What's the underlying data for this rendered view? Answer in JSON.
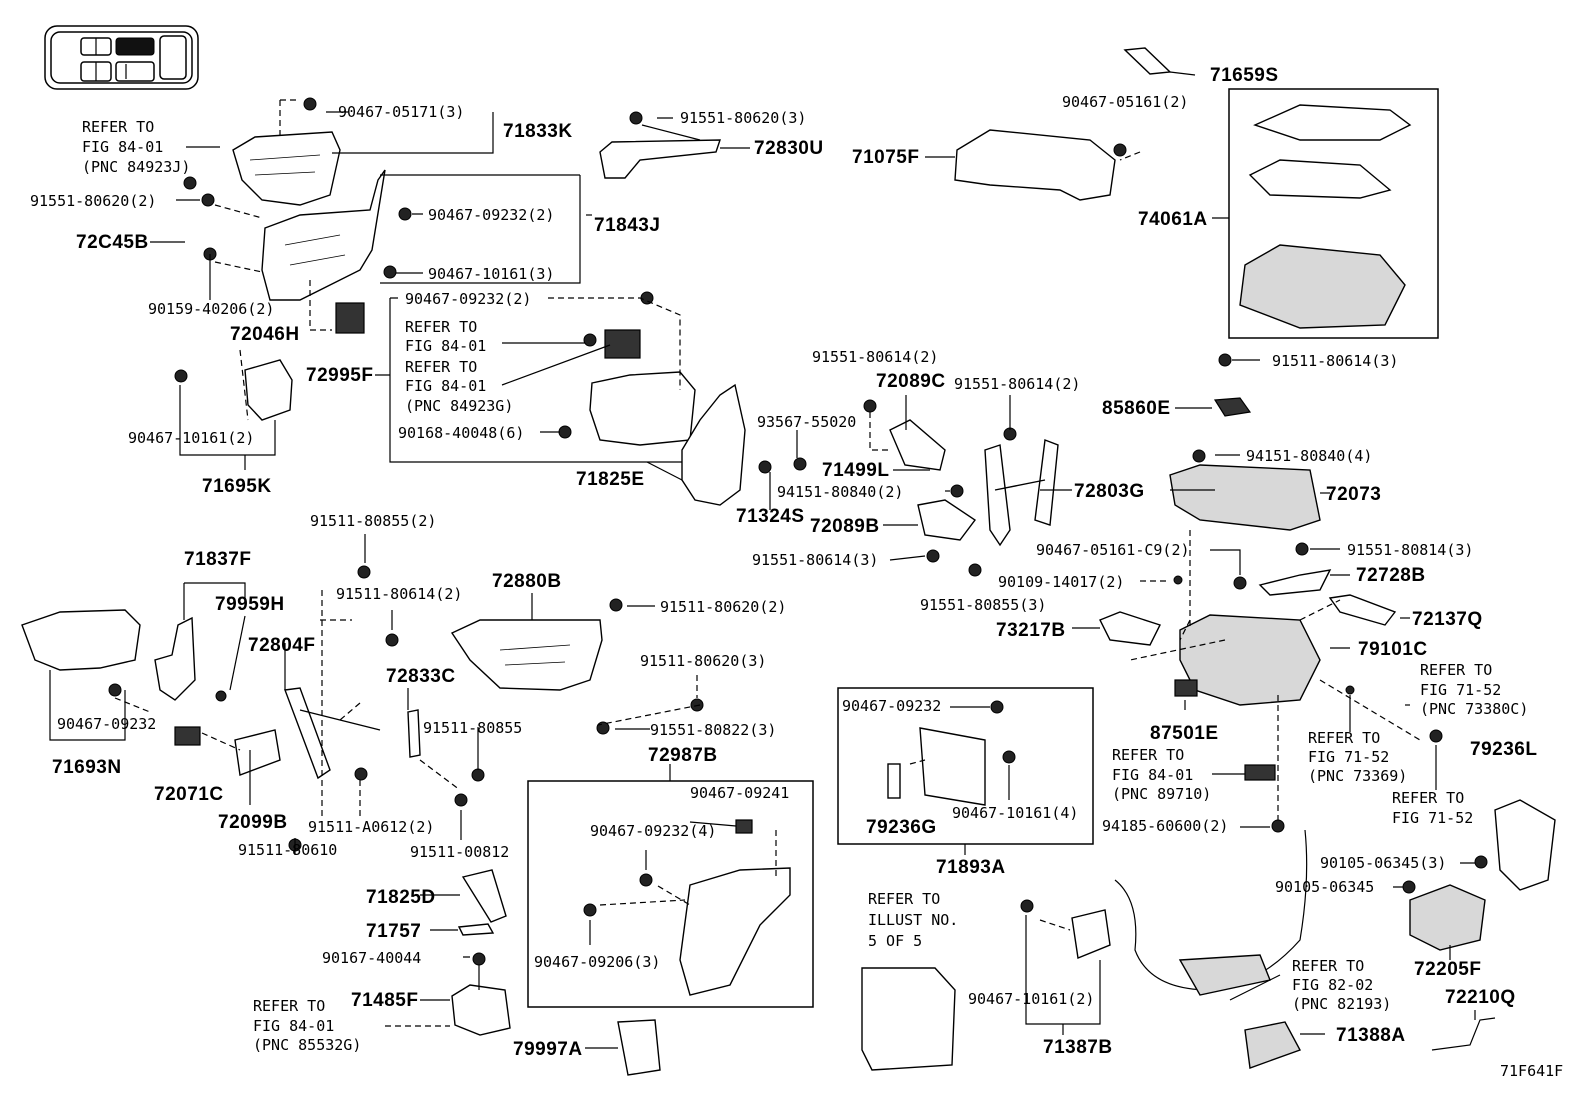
{
  "diagram_id": "71F641F",
  "refer_notes": {
    "refer_84_01_84923j": [
      "REFER TO",
      "FIG 84-01",
      "(PNC 84923J)"
    ],
    "refer_84_01_a": [
      "REFER TO",
      "FIG 84-01"
    ],
    "refer_84_01_84923g": [
      "REFER TO",
      "FIG 84-01",
      "(PNC 84923G)"
    ],
    "refer_71_52_73380c": [
      "REFER TO",
      "FIG 71-52",
      "(PNC 73380C)"
    ],
    "refer_71_52_73369": [
      "REFER TO",
      "FIG 71-52",
      "(PNC 73369)"
    ],
    "refer_84_01_89710": [
      "REFER TO",
      "FIG 84-01",
      "(PNC 89710)"
    ],
    "refer_71_52": [
      "REFER TO",
      "FIG 71-52"
    ],
    "refer_illust": [
      "REFER TO",
      "ILLUST NO.",
      "5 OF 5"
    ],
    "refer_82_02_82193": [
      "REFER TO",
      "FIG 82-02",
      "(PNC 82193)"
    ],
    "refer_84_01_85532g": [
      "REFER TO",
      "FIG 84-01",
      "(PNC 85532G)"
    ]
  },
  "parts": {
    "p71833K": "71833K",
    "p72830U": "72830U",
    "p71659S": "71659S",
    "p71075F": "71075F",
    "p71843J": "71843J",
    "p72C45B": "72C45B",
    "p72046H": "72046H",
    "p72995F": "72995F",
    "p74061A": "74061A",
    "p85860E": "85860E",
    "p72089C": "72089C",
    "p71499L": "71499L",
    "p72803G": "72803G",
    "p72089B": "72089B",
    "p71825E": "71825E",
    "p71324S": "71324S",
    "p71695K": "71695K",
    "p72073": "72073",
    "p72728B": "72728B",
    "p72137Q": "72137Q",
    "p73217B": "73217B",
    "p79101C": "79101C",
    "p87501E": "87501E",
    "p71837F": "71837F",
    "p79959H": "79959H",
    "p72804F": "72804F",
    "p72880B": "72880B",
    "p72833C": "72833C",
    "p71693N": "71693N",
    "p72071C": "72071C",
    "p72099B": "72099B",
    "p72987B": "72987B",
    "p79236G": "79236G",
    "p71893A": "71893A",
    "p79236L": "79236L",
    "p71825D": "71825D",
    "p71757": "71757",
    "p71485F": "71485F",
    "p79997A": "79997A",
    "p71387B": "71387B",
    "p72205F": "72205F",
    "p72210Q": "72210Q",
    "p71388A": "71388A"
  },
  "fasteners": {
    "f01": "90467-05171(3)",
    "f02": "91551-80620(3)",
    "f03": "90467-05161(2)",
    "f04": "91551-80620(2)",
    "f05": "90467-09232(2)",
    "f06": "90467-10161(3)",
    "f07": "90159-40206(2)",
    "f08": "90467-09232(2)",
    "f09": "90168-40048(6)",
    "f10": "91511-80614(3)",
    "f11": "91551-80614(2)",
    "f12": "91551-80614(2)",
    "f13": "93567-55020",
    "f14": "94151-80840(2)",
    "f15": "90467-10161(2)",
    "f16": "94151-80840(4)",
    "f17": "91551-80614(3)",
    "f18": "90467-05161-C9(2)",
    "f19": "91551-80814(3)",
    "f20": "90109-14017(2)",
    "f21": "91551-80855(3)",
    "f22": "91511-80855(2)",
    "f23": "91511-80614(2)",
    "f24": "91511-80620(2)",
    "f25": "91511-80620(3)",
    "f26": "90467-09232",
    "f27": "91511-80855",
    "f28": "91551-80822(3)",
    "f29": "91511-A0612(2)",
    "f30": "91511-80610",
    "f31": "91511-00812",
    "f32": "90467-09241",
    "f33": "90467-09232(4)",
    "f34": "90467-09206(3)",
    "f35": "90467-09232",
    "f36": "90467-10161(4)",
    "f37": "94185-60600(2)",
    "f38": "90105-06345(3)",
    "f39": "90105-06345",
    "f40": "90167-40044",
    "f41": "90467-10161(2)"
  }
}
